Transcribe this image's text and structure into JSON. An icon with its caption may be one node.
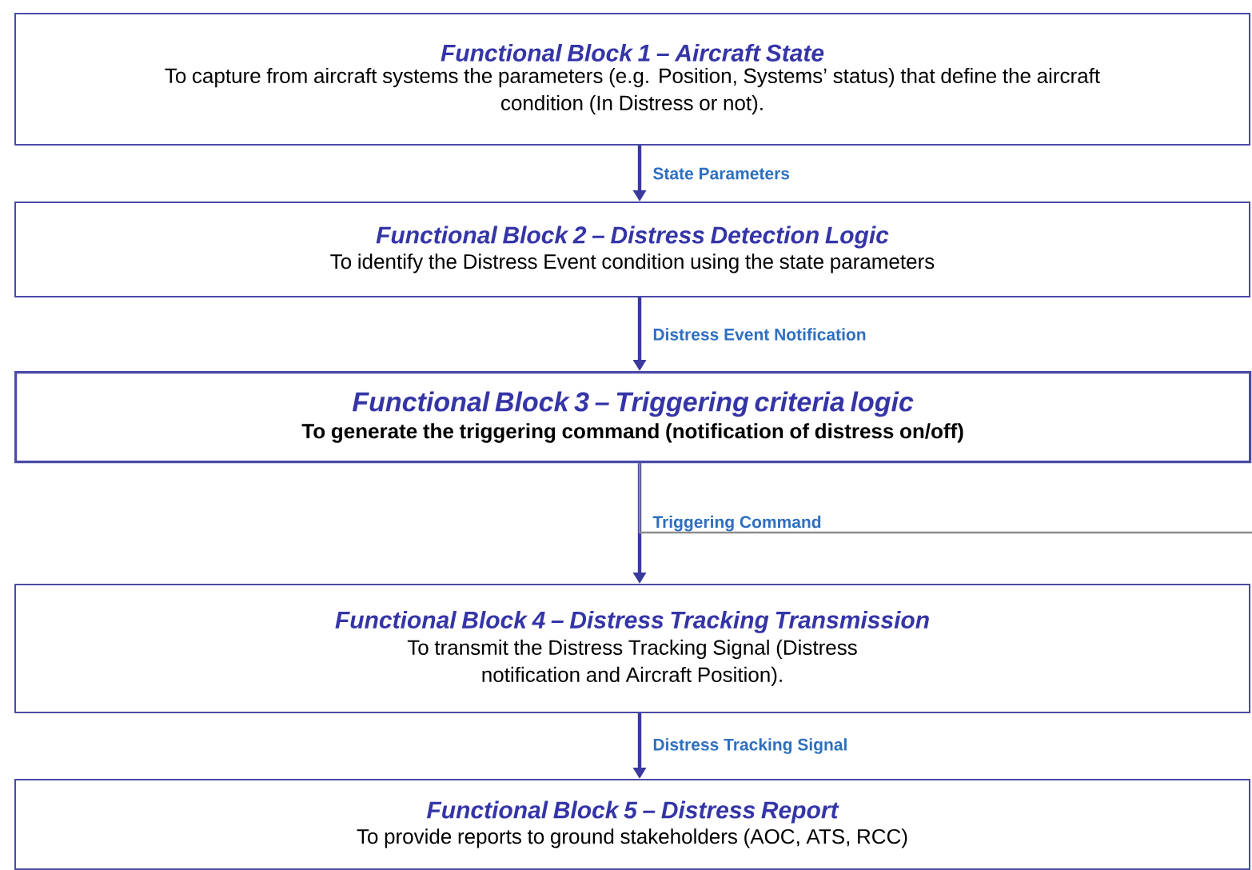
{
  "diagram": {
    "nodes": [
      {
        "text": [
          "Functional Block 1 – Aircraft State",
          "To capture from aircraft systems the parameters (e.g. Position, Systems’ status) that define the aircraft condition (In Distress or not)."
        ]
      },
      {
        "text": [
          "Functional Block 2 – Distress Detection Logic",
          "To identify the Distress Event condition using the state parameters"
        ]
      },
      {
        "text": [
          "Functional Block 3 – Triggering criteria logic",
          "To generate the triggering command (notification of distress on/off)"
        ]
      },
      {
        "text": [
          "Functional Block 4 – Distress Tracking Transmission",
          "To transmit the Distress Tracking Signal (Distress notification and Aircraft Position)."
        ]
      },
      {
        "text": [
          "Functional Block 5 – Distress Report",
          "To provide reports to ground stakeholders (AOC, ATS, RCC)"
        ]
      }
    ],
    "edges": [
      {
        "from": 0,
        "to": 1,
        "arrow": "to",
        "label": "State Parameters"
      },
      {
        "from": 1,
        "to": 2,
        "arrow": "to",
        "label": "Distress Event Notification"
      },
      {
        "from": 2,
        "to": 3,
        "arrow": "to",
        "label": "Triggering Command"
      },
      {
        "from": 2,
        "to": null,
        "arrow": "none",
        "color": "#8c8c8c"
      },
      {
        "from": 3,
        "to": 4,
        "arrow": "to",
        "label": "Distress Tracking Signal"
      }
    ]
  }
}
